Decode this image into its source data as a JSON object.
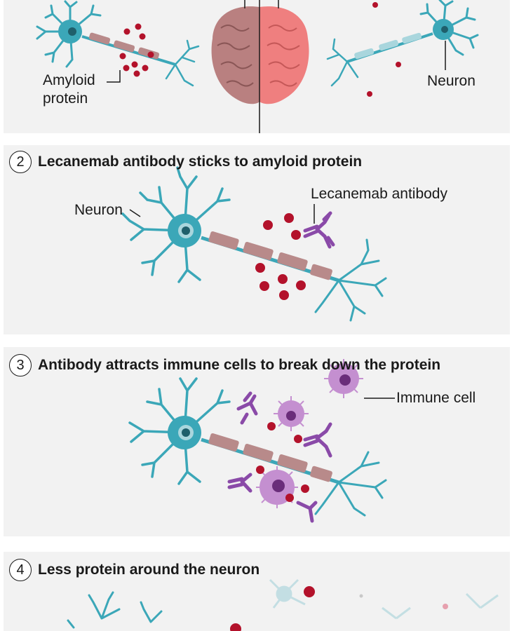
{
  "panel1": {
    "amyloid_label_line1": "Amyloid",
    "amyloid_label_line2": "protein",
    "neuron_label": "Neuron"
  },
  "panel2": {
    "step": "2",
    "heading": "Lecanemab antibody sticks to amyloid protein",
    "neuron_label": "Neuron",
    "antibody_label": "Lecanemab antibody"
  },
  "panel3": {
    "step": "3",
    "heading": "Antibody attracts immune cells to break down the protein",
    "immune_label": "Immune cell"
  },
  "panel4": {
    "step": "4",
    "heading": "Less protein around the neuron"
  },
  "colors": {
    "neuron": "#3ba7b8",
    "myelin": "#b88a8a",
    "amyloid": "#b3122b",
    "antibody": "#8a4aa8",
    "immune": "#c48fd0",
    "brain_left": "#b98080",
    "brain_right": "#ef7f7f"
  }
}
